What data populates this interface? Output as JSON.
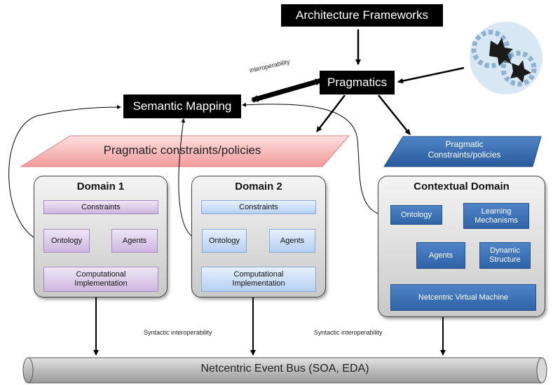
{
  "top": {
    "architecture_frameworks": "Architecture Frameworks",
    "pragmatics": "Pragmatics",
    "semantic_mapping": "Semantic Mapping",
    "interoperability": "interoperability"
  },
  "policies": {
    "left": "Pragmatic constraints/policies",
    "right_line1": "Pragmatic",
    "right_line2": "Constraints/policies"
  },
  "domain1": {
    "title": "Domain 1",
    "constraints": "Constraints",
    "ontology": "Ontology",
    "agents": "Agents",
    "computational_line1": "Computational",
    "computational_line2": "Implementation"
  },
  "domain2": {
    "title": "Domain 2",
    "constraints": "Constraints",
    "ontology": "Ontology",
    "agents": "Agents",
    "computational_line1": "Computational",
    "computational_line2": "Implementation"
  },
  "contextual": {
    "title": "Contextual Domain",
    "ontology": "Ontology",
    "learning_line1": "Learning",
    "learning_line2": "Mechanisms",
    "agents": "Agents",
    "dynamic_line1": "Dynamic",
    "dynamic_line2": "Structure",
    "ncvm": "Netcentric Virtual Machine"
  },
  "bus": {
    "label": "Netcentric Event Bus (SOA, EDA)",
    "syntactic_left": "Syntactic interoperability",
    "syntactic_right": "Syntactic interoperability"
  },
  "icons": {
    "clipart": "business-people-gears-icon"
  },
  "colors": {
    "black_box": "#000000",
    "purple_box": "#cdb6e0",
    "light_blue_box": "#b6d0f2",
    "dark_blue_box": "#2f62a6",
    "left_policy_fill": "#f7b6b6",
    "right_policy_fill": "#2f62a6"
  }
}
